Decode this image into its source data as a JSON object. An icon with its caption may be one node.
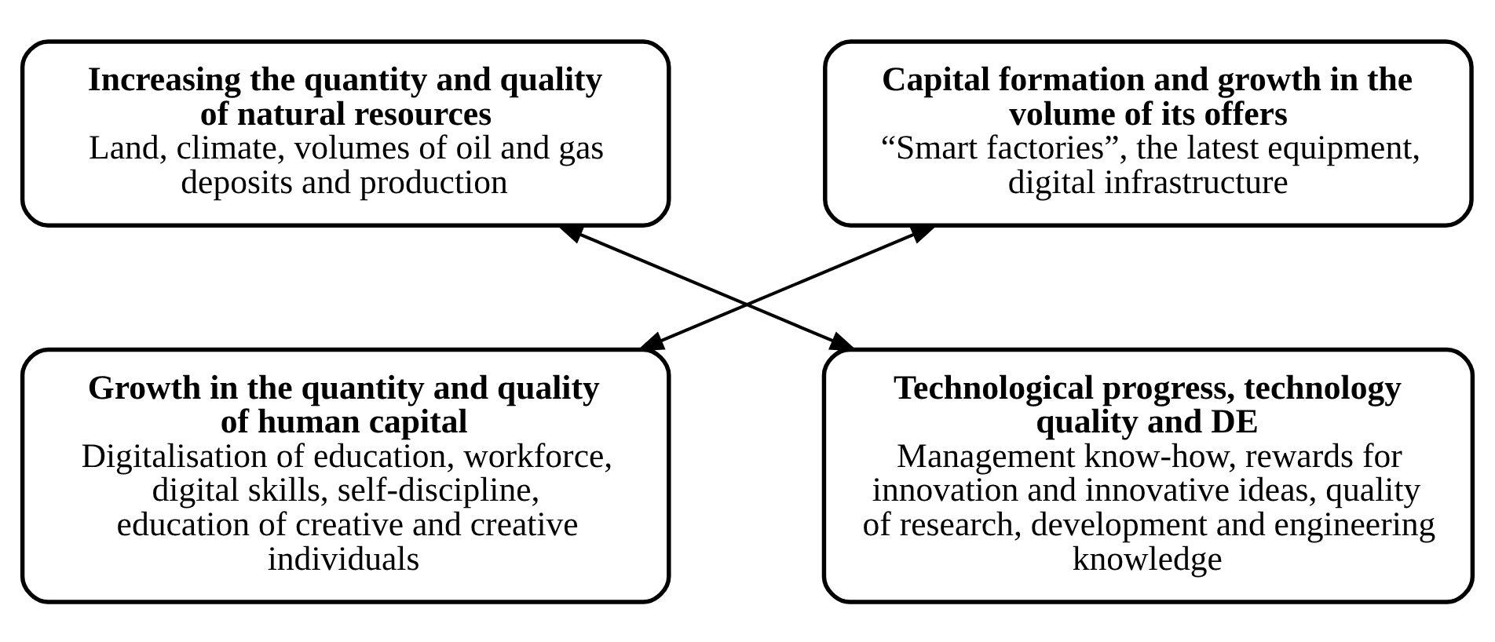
{
  "diagram": {
    "nodes": [
      {
        "text": [
          "Increasing the quantity and quality of natural resources",
          "Land, climate, volumes of oil and gas deposits and production"
        ]
      },
      {
        "text": [
          "Capital formation and growth in the volume of its offers",
          "“Smart factories”, the latest equipment, digital infrastructure"
        ]
      },
      {
        "text": [
          "Growth in the quantity and quality of human capital",
          "Digitalisation of education, workforce, digital skills, self-discipline, education of creative and creative individuals"
        ]
      },
      {
        "text": [
          "Technological progress, technology quality and DE",
          "Management know-how, rewards for innovation and innovative ideas, quality of research, development and engineering knowledge"
        ]
      }
    ],
    "edges": [
      {
        "from": 0,
        "to": 3,
        "arrow": "both"
      },
      {
        "from": 1,
        "to": 2,
        "arrow": "both"
      }
    ]
  }
}
